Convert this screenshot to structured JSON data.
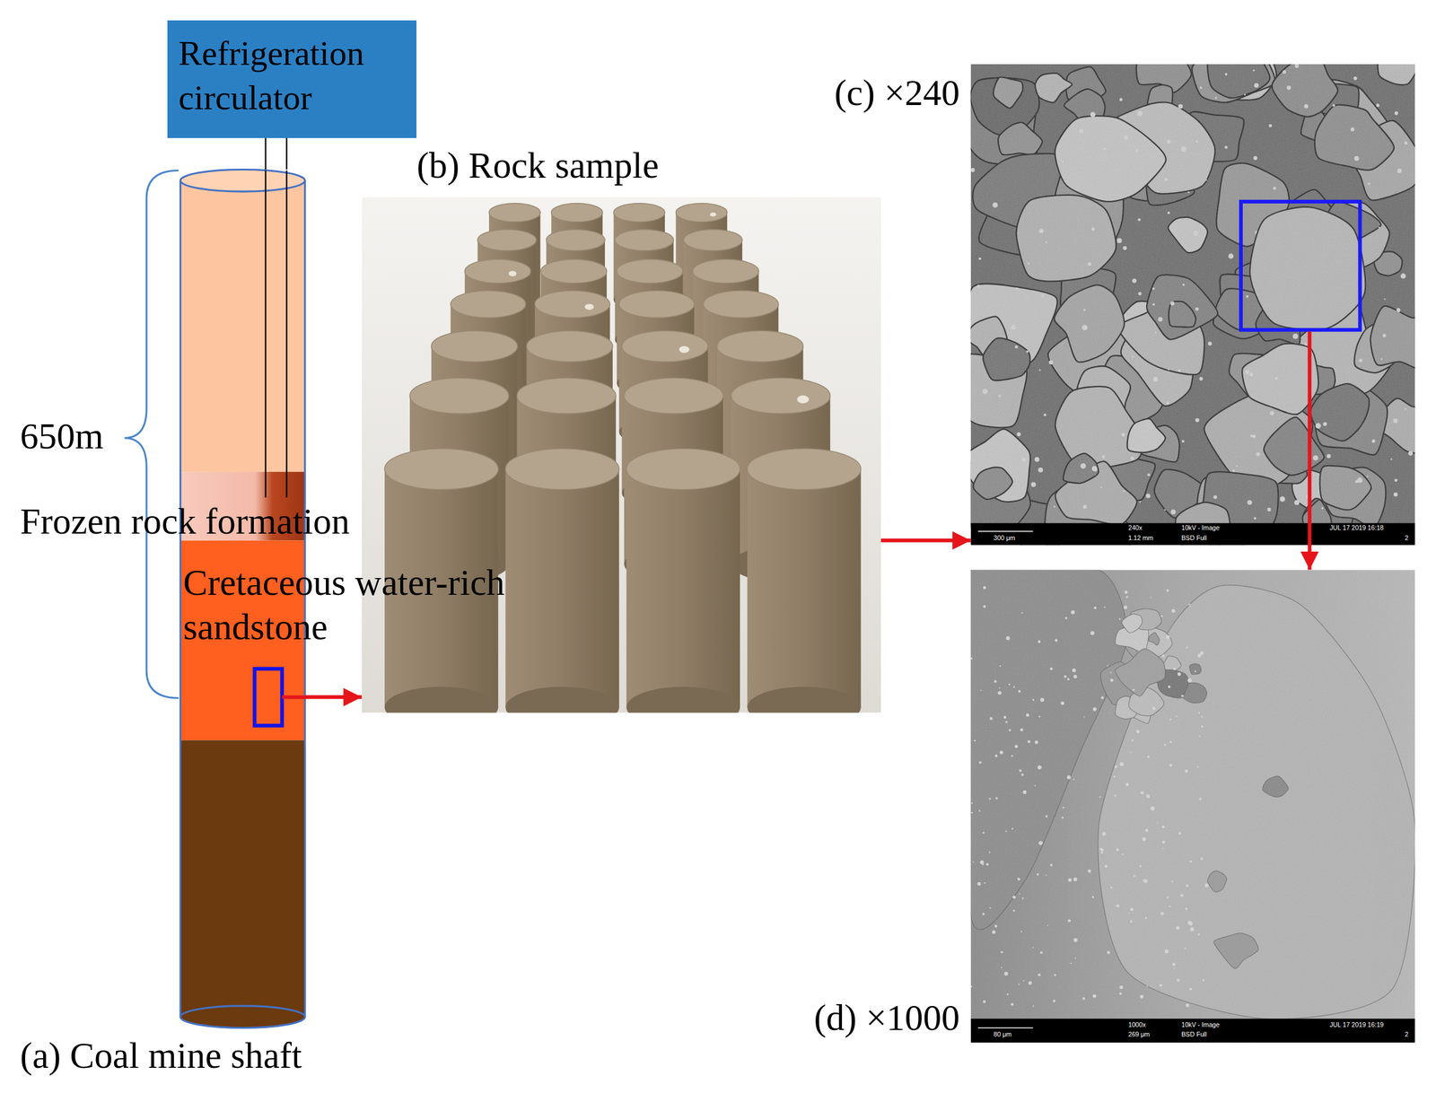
{
  "diagram": {
    "nodes": [
      {
        "text": [
          "Refrigeration circulator"
        ]
      },
      {
        "text": [
          "(a) Coal mine shaft"
        ]
      },
      {
        "text": [
          "(b) Rock sample"
        ]
      },
      {
        "text": [
          "(c) ×240"
        ]
      },
      {
        "text": [
          "(d) ×1000"
        ]
      }
    ],
    "edges": [
      {
        "from": 0,
        "to": 1,
        "arrow": "none"
      },
      {
        "from": 0,
        "to": 1,
        "arrow": "none"
      },
      {
        "from": 1,
        "to": 2,
        "arrow": "to"
      },
      {
        "from": 2,
        "to": 3,
        "arrow": "to"
      },
      {
        "from": 3,
        "to": 4,
        "arrow": "to"
      }
    ],
    "labels": [
      "650m",
      "Frozen rock formation",
      "Cretaceous water-rich sandstone",
      "300 μm",
      "240x",
      "1.12 mm",
      "10kV - Image",
      "BSD Full",
      "JUL 17 2019 16:18",
      "2",
      "80 μm",
      "1000x",
      "269 μm",
      "10kV - Image",
      "BSD Full",
      "JUL 17 2019 16:19",
      "2"
    ]
  }
}
